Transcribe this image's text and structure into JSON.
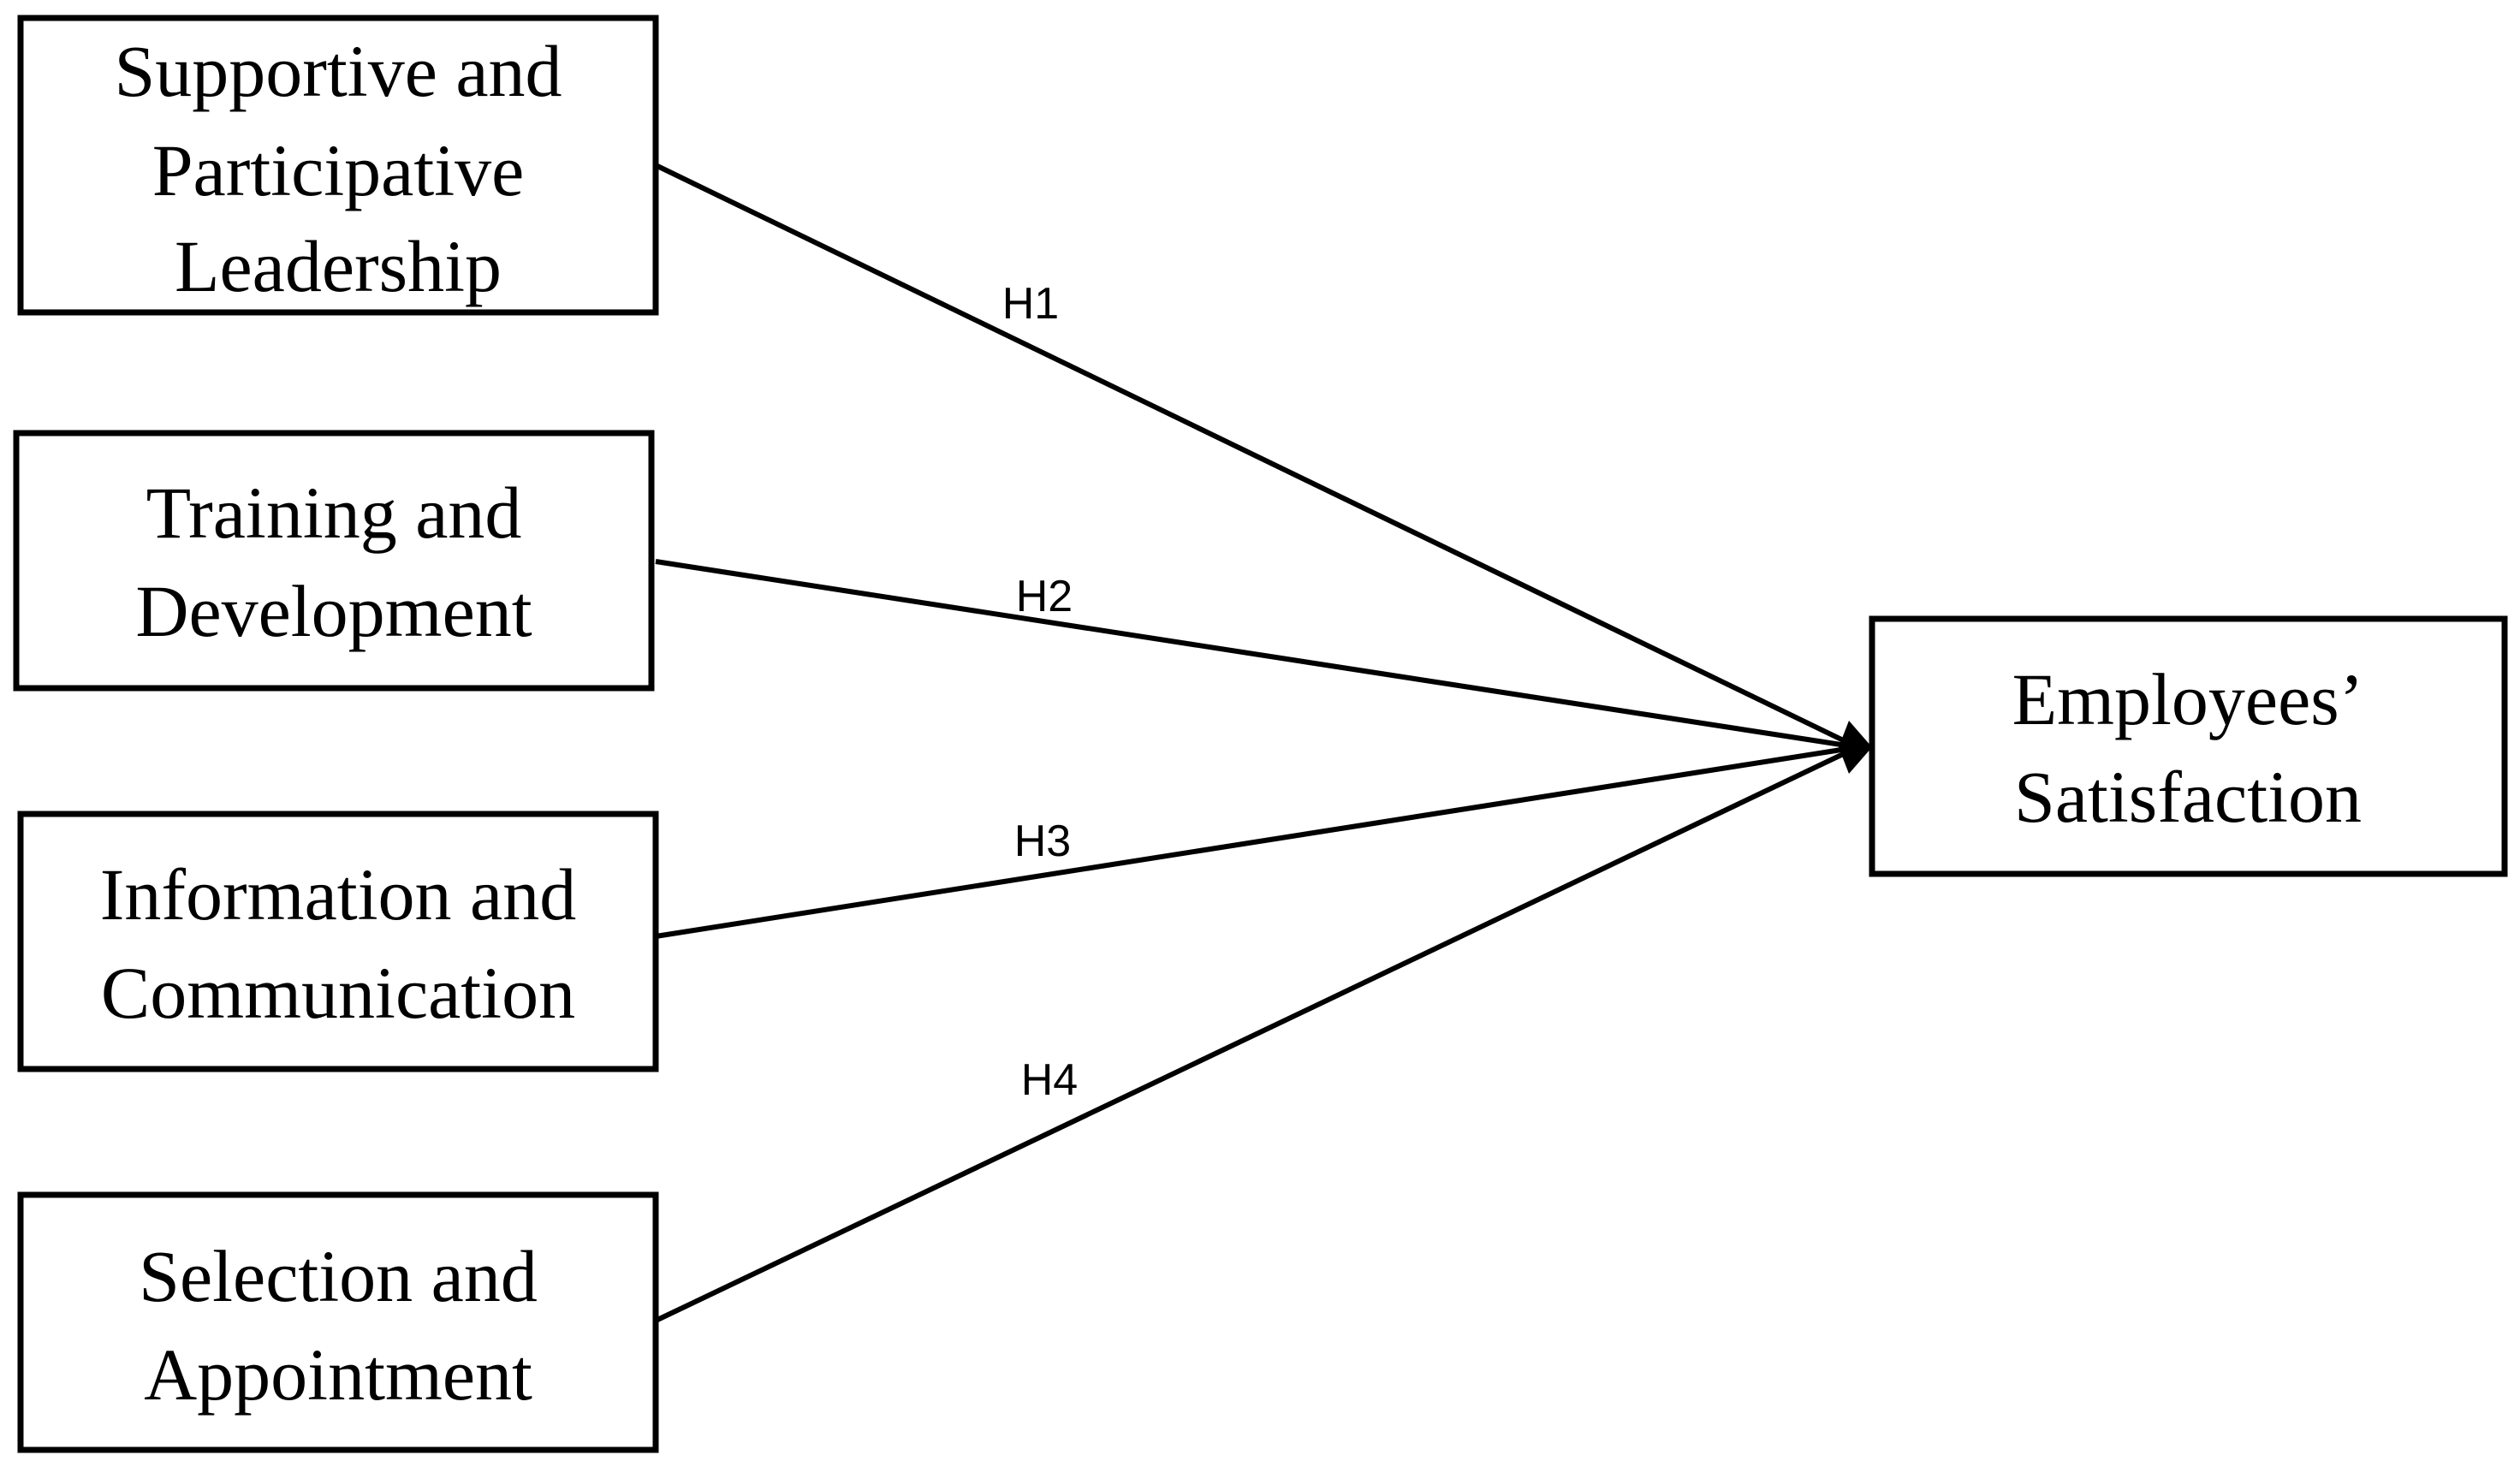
{
  "nodes": {
    "leadership": {
      "lines": [
        "Supportive and",
        "Participative",
        "Leadership"
      ]
    },
    "training": {
      "lines": [
        "Training and",
        "Development"
      ]
    },
    "information": {
      "lines": [
        "Information and",
        "Communication"
      ]
    },
    "selection": {
      "lines": [
        "Selection and",
        "Appointment"
      ]
    },
    "satisfaction": {
      "lines": [
        "Employees’",
        "Satisfaction"
      ]
    }
  },
  "edges": [
    {
      "from": "leadership",
      "to": "satisfaction",
      "label": "H1"
    },
    {
      "from": "training",
      "to": "satisfaction",
      "label": "H2"
    },
    {
      "from": "information",
      "to": "satisfaction",
      "label": "H3"
    },
    {
      "from": "selection",
      "to": "satisfaction",
      "label": "H4"
    }
  ]
}
